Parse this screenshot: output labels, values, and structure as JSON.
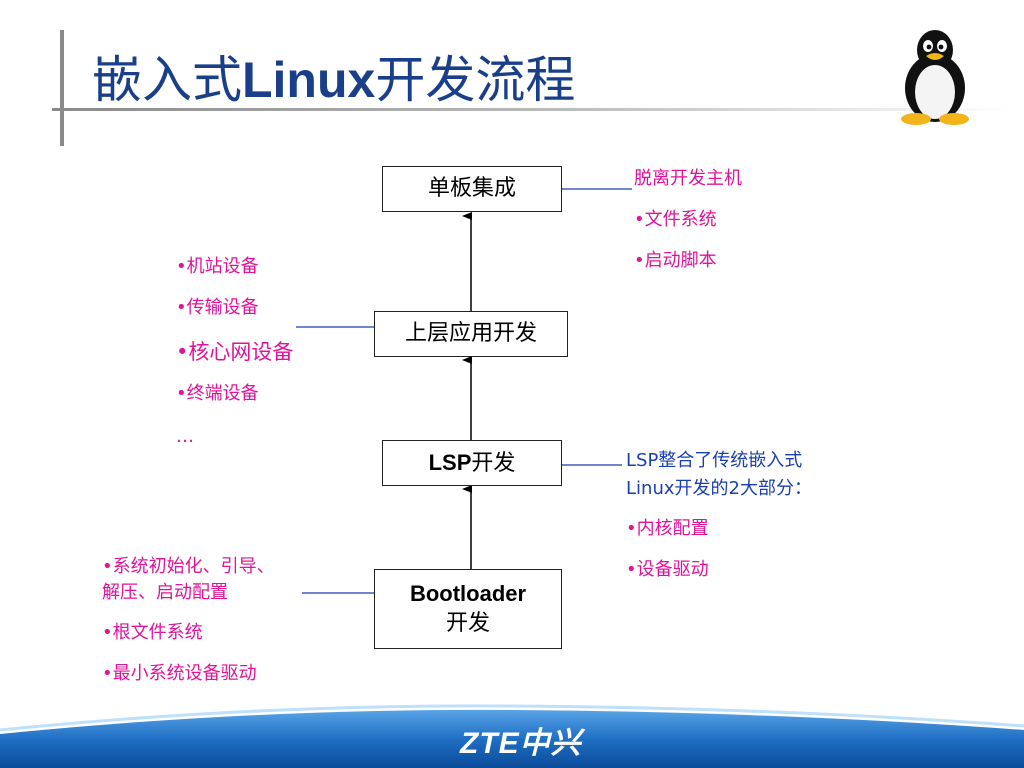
{
  "title": {
    "zh1": "嵌入式",
    "en": "Linux",
    "zh2": "开发流程"
  },
  "boxes": {
    "integration": "单板集成",
    "app_dev": "上层应用开发",
    "lsp_en": "LSP",
    "lsp_zh": "开发",
    "boot_en": "Bootloader",
    "boot_zh": "开发"
  },
  "right_top": {
    "head": "脱离开发主机",
    "items": [
      "•文件系统",
      "•启动脚本"
    ]
  },
  "left_mid": {
    "items": [
      "•机站设备",
      "•传输设备",
      "•核心网设备",
      "•终端设备",
      "…"
    ]
  },
  "right_mid": {
    "line1": "LSP整合了传统嵌入式",
    "line2": "Linux开发的2大部分：",
    "items": [
      "•内核配置",
      "•设备驱动"
    ]
  },
  "left_bottom": {
    "line1": "•系统初始化、引导、",
    "line2": "解压、启动配置",
    "items": [
      "•根文件系统",
      "•最小系统设备驱动"
    ]
  },
  "footer": {
    "logo": "ZTE中兴"
  },
  "colors": {
    "title": "#1a3f8a",
    "pink": "#e0149b",
    "blue": "#1a3fae",
    "footer_blue": "#1f6fc4"
  }
}
